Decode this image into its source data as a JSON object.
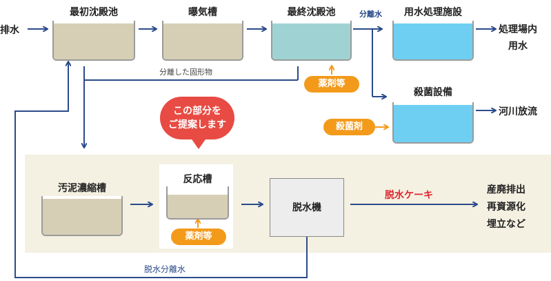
{
  "inputs": {
    "wastewater": "排水"
  },
  "tanks": {
    "primary": "最初沈殿池",
    "aeration": "曝気槽",
    "final": "最終沈殿池",
    "water_facility": "用水処理施設",
    "sterilization": "殺菌設備",
    "sludge_thickener": "汚泥濃縮槽",
    "reaction": "反応槽",
    "dewatering": "脱水機"
  },
  "labels": {
    "separated_solids": "分離した固形物",
    "separated_water": "分離水",
    "dewater_separated_water": "脱水分離水",
    "dewatered_cake": "脱水ケーキ"
  },
  "chemicals": {
    "final": "薬剤等",
    "sterilant": "殺菌剤",
    "reaction": "薬剤等"
  },
  "outputs": {
    "plant_water_line1": "処理場内",
    "plant_water_line2": "用水",
    "river": "河川放流",
    "industrial_line1": "産廃排出",
    "industrial_line2": "再資源化",
    "industrial_line3": "埋立など"
  },
  "callout": {
    "line1": "この部分を",
    "line2": "ご提案します"
  },
  "colors": {
    "sludge": "#d6cfb5",
    "final_water": "#9fd3d3",
    "clean_water": "#6ecff2",
    "arrow": "#2a4a8a",
    "chemical": "#f39a1b",
    "callout": "#e84b43",
    "zone": "#f4f1e2",
    "cake_text": "#e0262f"
  }
}
